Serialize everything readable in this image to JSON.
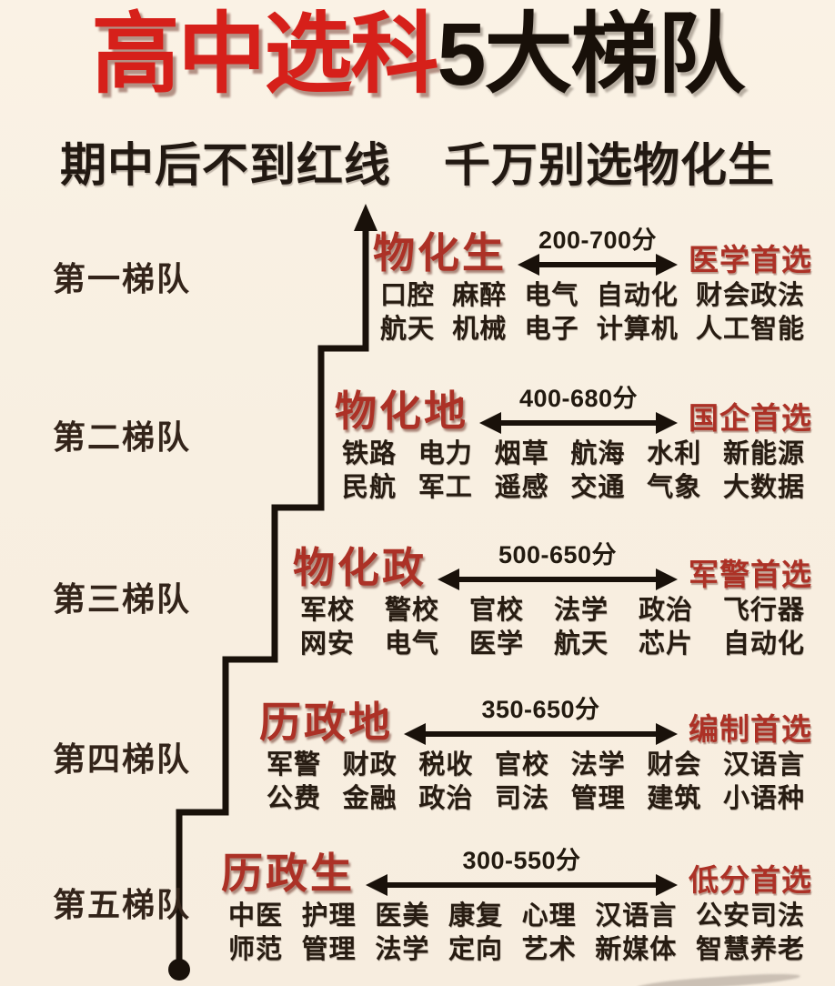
{
  "header": {
    "title_red": "高中选科",
    "title_black": "5大梯队",
    "subtitle_left": "期中后不到红线",
    "subtitle_right": "千万别选物化生"
  },
  "colors": {
    "title_red": "#d6201a",
    "tier_red": "#ac3126",
    "ink": "#271c12",
    "stair_line": "#19110a",
    "background": "#f9f1e3"
  },
  "stair_icon": "up-arrow-staircase",
  "tiers": [
    {
      "tier_label": "第一梯队",
      "combo": "物化生",
      "score_range": "200-700分",
      "preference": "医学首选",
      "careers": [
        [
          "口腔",
          "麻醉",
          "电气",
          "自动化",
          "财会政法"
        ],
        [
          "航天",
          "机械",
          "电子",
          "计算机",
          "人工智能"
        ]
      ]
    },
    {
      "tier_label": "第二梯队",
      "combo": "物化地",
      "score_range": "400-680分",
      "preference": "国企首选",
      "careers": [
        [
          "铁路",
          "电力",
          "烟草",
          "航海",
          "水利",
          "新能源"
        ],
        [
          "民航",
          "军工",
          "遥感",
          "交通",
          "气象",
          "大数据"
        ]
      ]
    },
    {
      "tier_label": "第三梯队",
      "combo": "物化政",
      "score_range": "500-650分",
      "preference": "军警首选",
      "careers": [
        [
          "军校",
          "警校",
          "官校",
          "法学",
          "政治",
          "飞行器"
        ],
        [
          "网安",
          "电气",
          "医学",
          "航天",
          "芯片",
          "自动化"
        ]
      ]
    },
    {
      "tier_label": "第四梯队",
      "combo": "历政地",
      "score_range": "350-650分",
      "preference": "编制首选",
      "careers": [
        [
          "军警",
          "财政",
          "税收",
          "官校",
          "法学",
          "财会",
          "汉语言"
        ],
        [
          "公费",
          "金融",
          "政治",
          "司法",
          "管理",
          "建筑",
          "小语种"
        ]
      ]
    },
    {
      "tier_label": "第五梯队",
      "combo": "历政生",
      "score_range": "300-550分",
      "preference": "低分首选",
      "careers": [
        [
          "中医",
          "护理",
          "医美",
          "康复",
          "心理",
          "汉语言",
          "公安司法"
        ],
        [
          "师范",
          "管理",
          "法学",
          "定向",
          "艺术",
          "新媒体",
          "智慧养老"
        ]
      ]
    }
  ]
}
